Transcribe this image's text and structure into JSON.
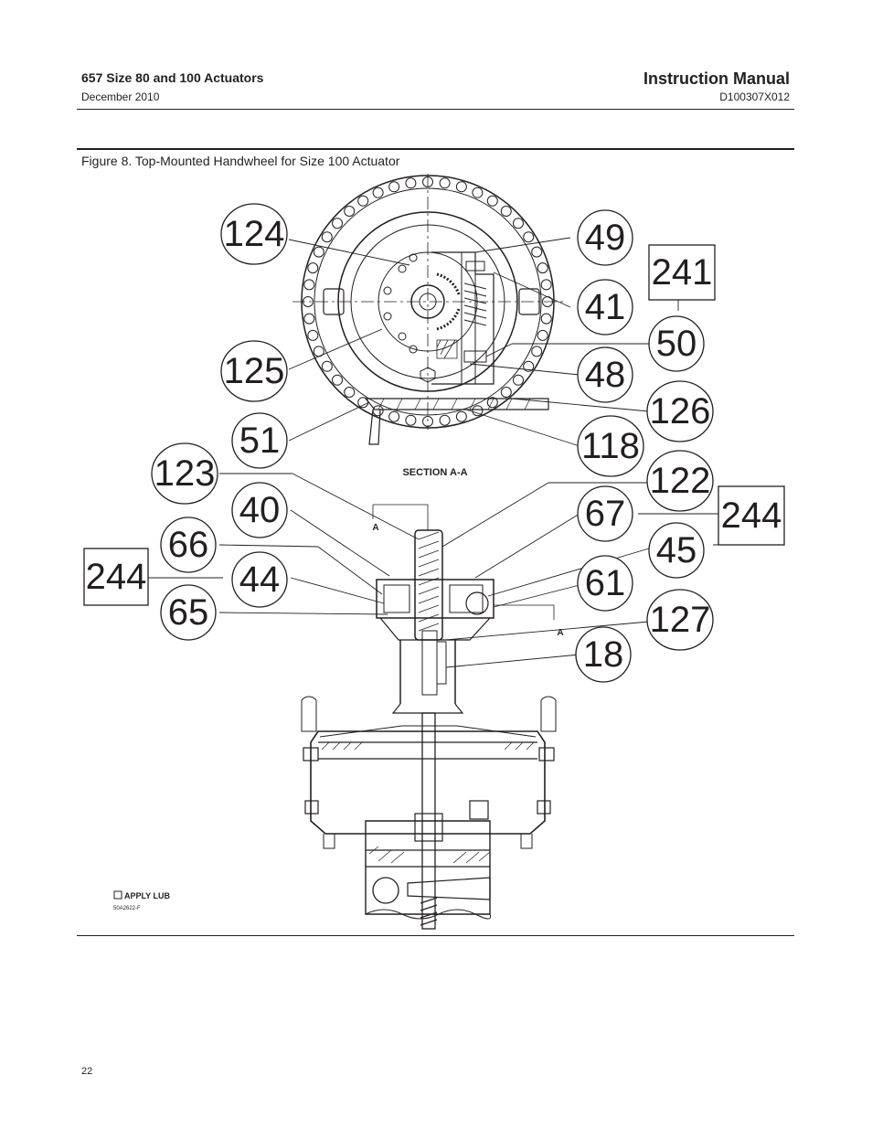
{
  "header": {
    "doc_title": "657 Size 80 and 100 Actuators",
    "date": "December 2010",
    "manual_title": "Instruction Manual",
    "doc_number": "D100307X012"
  },
  "figure": {
    "caption": "Figure 8. Top-Mounted Handwheel for Size 100 Actuator",
    "section_label": "SECTION A-A",
    "section_mark_top": "A",
    "section_mark_right": "A",
    "legend_label": "APPLY LUB",
    "drawing_number": "50A2622-F",
    "callouts_left": [
      "124",
      "125",
      "51",
      "123",
      "40",
      "66",
      "44",
      "65"
    ],
    "callouts_right": [
      "49",
      "41",
      "50",
      "48",
      "126",
      "118",
      "122",
      "67",
      "45",
      "61",
      "127",
      "18"
    ],
    "boxed_callouts": [
      "241",
      "244",
      "244"
    ]
  },
  "footer": {
    "page_number": "22"
  }
}
